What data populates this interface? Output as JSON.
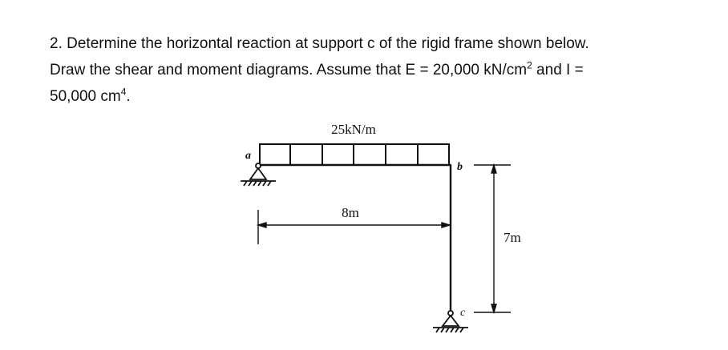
{
  "problem": {
    "line1": "2. Determine the horizontal reaction at support c of the rigid frame shown below.",
    "line2_pre": "Draw the shear and moment diagrams. Assume that E = 20,000 kN/cm",
    "line2_sup": "2",
    "line2_post": " and I =",
    "line3_pre": "50,000 cm",
    "line3_sup": "4",
    "line3_post": "."
  },
  "figure": {
    "load_label": "25kN/m",
    "span_label": "8m",
    "height_label": "7m",
    "node_a": "a",
    "node_b": "b",
    "node_c": "c"
  }
}
